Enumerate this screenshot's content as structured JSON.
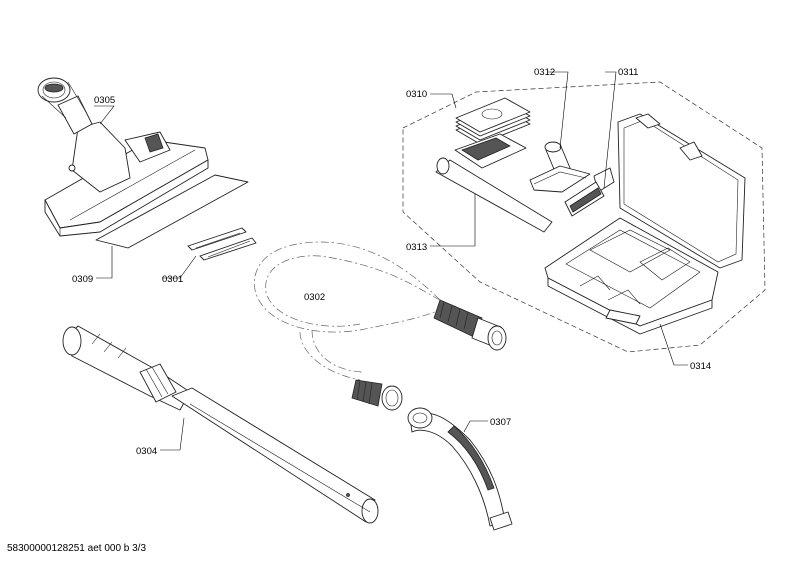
{
  "labels": {
    "p0305": "0305",
    "p0309": "0309",
    "p0301": "0301",
    "p0302": "0302",
    "p0304": "0304",
    "p0307": "0307",
    "p0310": "0310",
    "p0312": "0312",
    "p0311": "0311",
    "p0313": "0313",
    "p0314": "0314"
  },
  "footer": "58300000128251 aet 000 b 3/3"
}
